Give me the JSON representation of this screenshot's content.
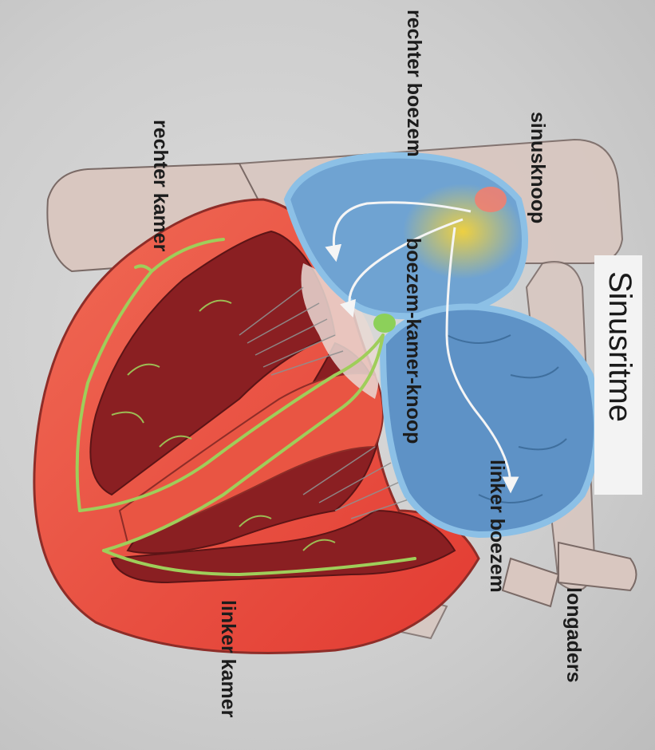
{
  "title": "Sinusritme",
  "labels": {
    "sinusknoop": "sinusknoop",
    "rechter_boezem": "rechter boezem",
    "rechter_kamer": "rechter kamer",
    "boezem_kamer_knoop": "boezem-kamer-knoop",
    "linker_boezem": "linker boezem",
    "longaders": "longaders",
    "linker_kamer": "linker kamer"
  },
  "colors": {
    "atrium_fill": "#6fa3d2",
    "atrium_outline": "#7fb4de",
    "ventricle_wall": "#e84b3c",
    "muscle": "#8a1f22",
    "conduction": "#9fce5a",
    "sinus_node": "#f08070",
    "av_node": "#8cd05a",
    "vessels": "#d9c7c0"
  },
  "icons": [
    "sinus-node-marker",
    "av-node-marker",
    "signal-arrow"
  ]
}
